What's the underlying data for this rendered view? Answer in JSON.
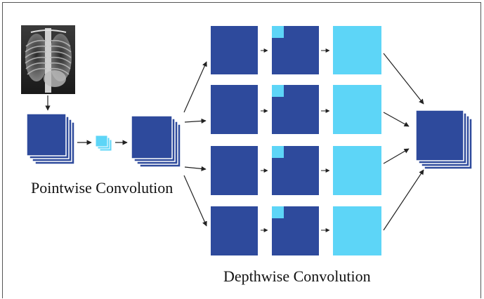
{
  "labels": {
    "pointwise": "Pointwise Convolution",
    "depthwise": "Depthwise Convolution"
  },
  "colors": {
    "dark_blue": "#2e4a9c",
    "light_blue": "#5dd5f7",
    "frame": "#555555",
    "arrow": "#222222"
  },
  "images": {
    "input": "chest-xray"
  }
}
